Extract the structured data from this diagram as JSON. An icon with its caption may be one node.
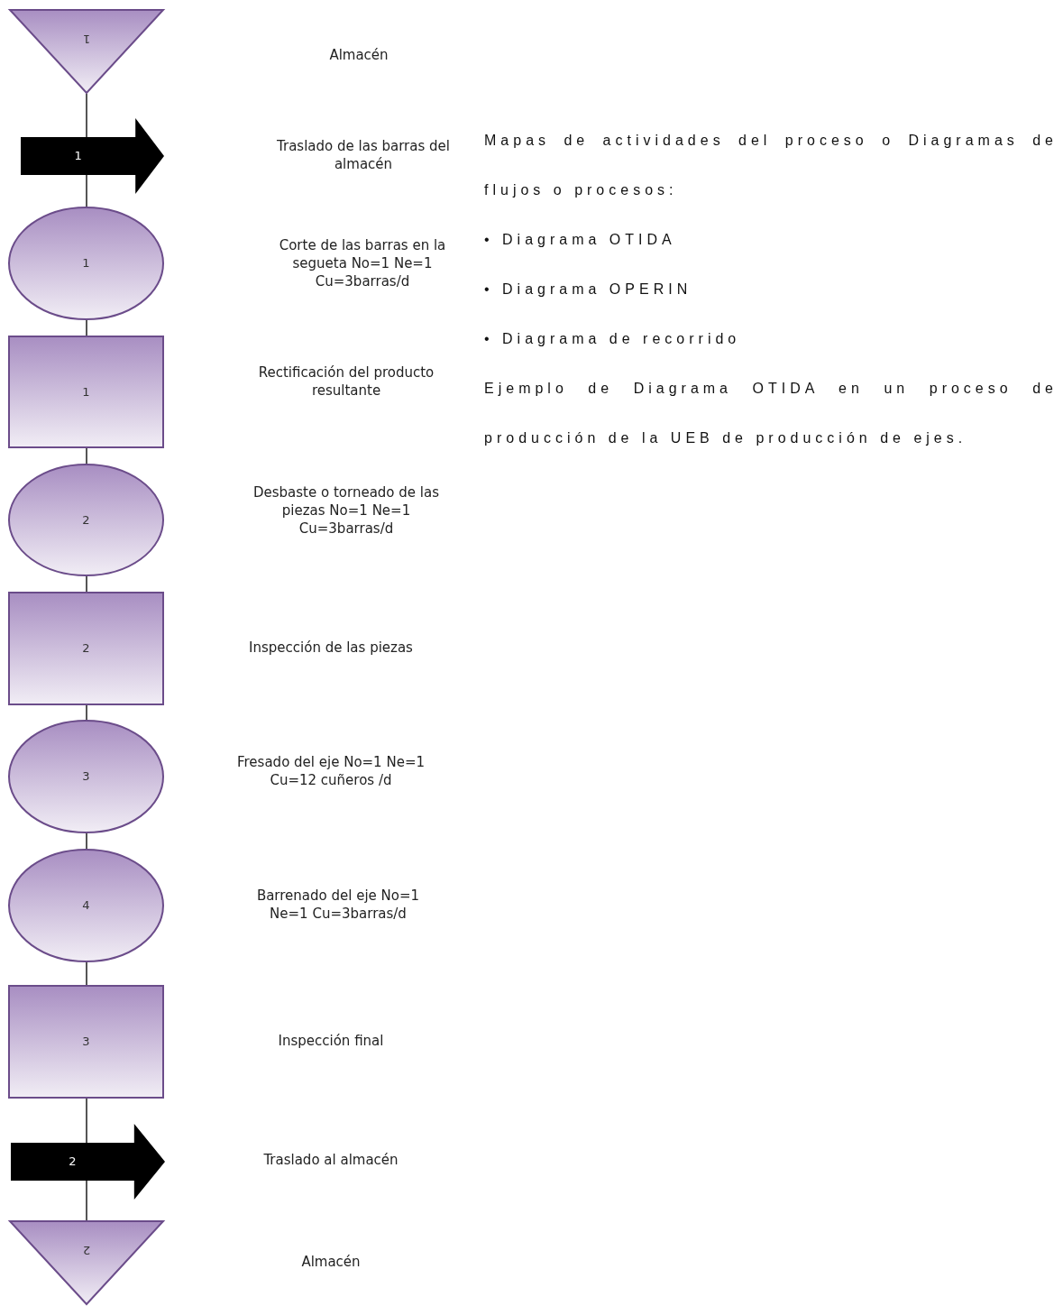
{
  "diagram": {
    "nodes": [
      {
        "text": [
          "1"
        ]
      },
      {
        "text": [
          "1"
        ]
      },
      {
        "text": [
          "1"
        ]
      },
      {
        "text": [
          "1"
        ]
      },
      {
        "text": [
          "2"
        ]
      },
      {
        "text": [
          "2"
        ]
      },
      {
        "text": [
          "3"
        ]
      },
      {
        "text": [
          "4"
        ]
      },
      {
        "text": [
          "3"
        ]
      },
      {
        "text": [
          "2"
        ]
      },
      {
        "text": [
          "2"
        ]
      }
    ],
    "edges": [
      {
        "from": 0,
        "to": 1,
        "arrow": "none"
      },
      {
        "from": 1,
        "to": 2,
        "arrow": "none"
      },
      {
        "from": 2,
        "to": 3,
        "arrow": "none"
      },
      {
        "from": 3,
        "to": 4,
        "arrow": "none"
      },
      {
        "from": 4,
        "to": 5,
        "arrow": "none"
      },
      {
        "from": 5,
        "to": 6,
        "arrow": "none"
      },
      {
        "from": 6,
        "to": 7,
        "arrow": "none"
      },
      {
        "from": 7,
        "to": 8,
        "arrow": "none"
      },
      {
        "from": 8,
        "to": 9,
        "arrow": "none"
      },
      {
        "from": 9,
        "to": 10,
        "arrow": "none"
      }
    ],
    "labels": [
      "Almacén",
      "Traslado de las barras del almacén",
      "Corte de las barras en la segueta No=1 Ne=1 Cu=3barras/d",
      "Rectificación del producto resultante",
      "Desbaste o torneado de las piezas No=1 Ne=1 Cu=3barras/d",
      "Inspección de las piezas",
      "Fresado del eje No=1 Ne=1 Cu=12 cuñeros /d",
      "Barrenado del eje No=1 Ne=1 Cu=3barras/d",
      "Inspección final",
      "Traslado al almacén",
      "Almacén",
      "Mapas de actividades del proceso o Diagramas de flujos o procesos:",
      "• Diagrama OTIDA",
      "• Diagrama OPERIN",
      "• Diagrama de recorrido",
      "Ejemplo de Diagrama OTIDA en un proceso de producción de la UEB de producción de ejes."
    ]
  }
}
